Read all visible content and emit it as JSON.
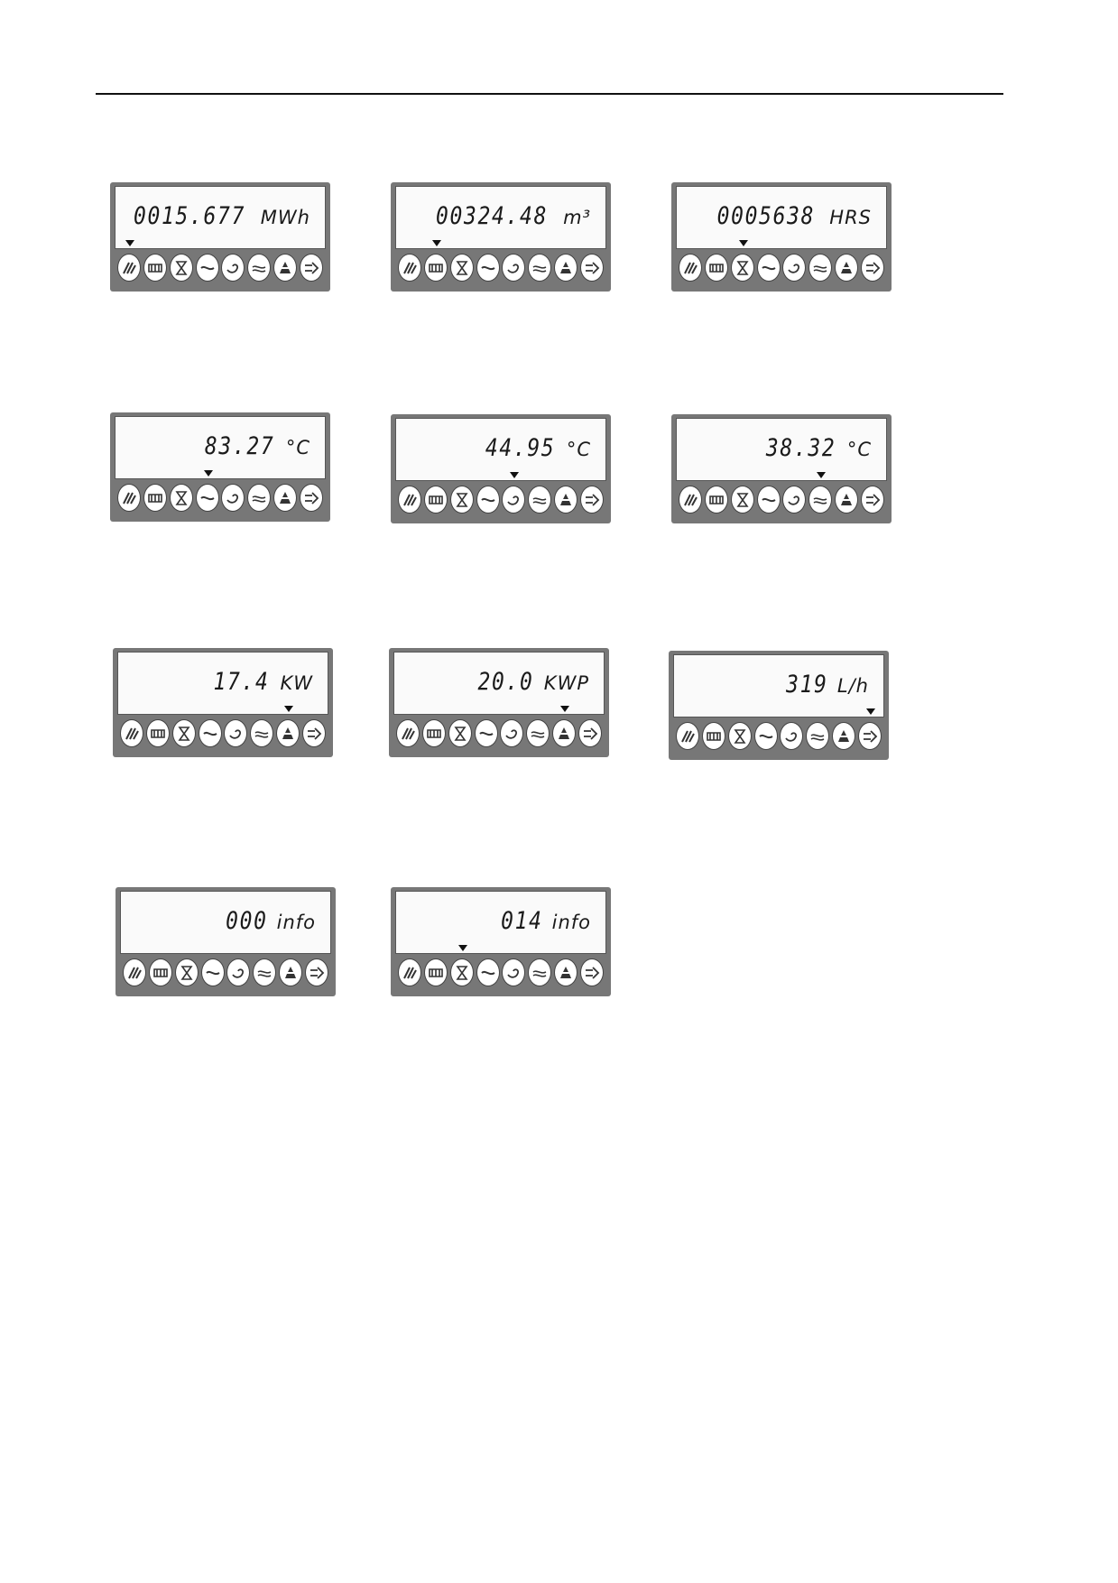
{
  "icons": [
    "energy-icon",
    "volume-icon",
    "hours-icon",
    "flow-temp-icon",
    "return-temp-icon",
    "temp-diff-icon",
    "power-icon",
    "flow-rate-icon"
  ],
  "displays": [
    {
      "id": "energy",
      "value": "0015.677",
      "unit": "MWh",
      "pointer_icon_index": 0
    },
    {
      "id": "volume",
      "value": "00324.48",
      "unit": "m³",
      "pointer_icon_index": 1
    },
    {
      "id": "hours",
      "value": "0005638",
      "unit": "HRS",
      "pointer_icon_index": 2
    },
    {
      "id": "flow-temperature",
      "value": "83.27",
      "unit": "°C",
      "pointer_icon_index": 3
    },
    {
      "id": "return-temperature",
      "value": "44.95",
      "unit": "°C",
      "pointer_icon_index": 4
    },
    {
      "id": "temperature-difference",
      "value": "38.32",
      "unit": "°C",
      "pointer_icon_index": 5
    },
    {
      "id": "power",
      "value": "17.4",
      "unit": "KW",
      "pointer_icon_index": 6
    },
    {
      "id": "peak-power",
      "value": "20.0",
      "unit": "KWP",
      "pointer_icon_index": 6
    },
    {
      "id": "flow-rate",
      "value": "319",
      "unit": "L/h",
      "pointer_icon_index": 7
    },
    {
      "id": "info-current",
      "value": "000",
      "unit": "info",
      "pointer_icon_index": null
    },
    {
      "id": "info-log",
      "value": "014",
      "unit": "info",
      "pointer_icon_index": 2
    }
  ]
}
